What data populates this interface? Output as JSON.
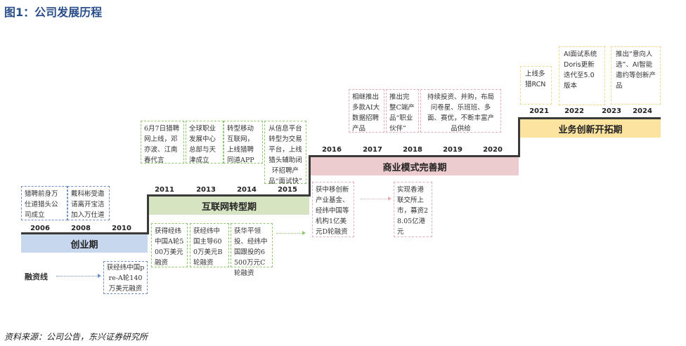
{
  "title": "图1：公司发展历程",
  "source": "资料来源：公司公告，东兴证券研究所",
  "financing_label": "融资线",
  "colors": {
    "title": "#2a4f8a",
    "stage1": "#c6d7ee",
    "stage2": "#d6e4c1",
    "stage3": "#ecccce",
    "stage4": "#fde3a0"
  },
  "stages": [
    {
      "name": "创业期",
      "years": [
        "2006",
        "2008",
        "2010"
      ],
      "events": [
        "猎聘前身万仕道猎头公司成立",
        "戴科彬受邀请离开宝洁加入万仕道"
      ],
      "financing": [
        "获经纬中国pre-A轮140万美元融资"
      ]
    },
    {
      "name": "互联网转型期",
      "years": [
        "2011",
        "2013",
        "2014",
        "2015"
      ],
      "events": [
        "6月7日猎聘网上线，邓亦波、江南春代言",
        "全球职业发展中心总部与天津成立",
        "转型移动互联网，上线猎聘同道APP",
        "从信息平台转型为交易平台，上线猎头辅助闭环招聘产品“面试快”"
      ],
      "financing": [
        "获得经纬中国A轮500万美元融资",
        "获经纬中国主导600万美元B轮融资",
        "获华平领投、经纬中国跟投的6500万元C轮融资"
      ]
    },
    {
      "name": "商业模式完善期",
      "years": [
        "2016",
        "2017",
        "2018",
        "2019",
        "2020"
      ],
      "events": [
        "相继推出多款AI大数据招聘产品",
        "推出完整C端产品“职业伙伴”",
        "持续投资、并购，布局问卷星、乐班班、多面、赛优，不断丰富产品供给"
      ],
      "financing": [
        "获中移创新产业基金、经纬中国等机构1亿美元D轮融资",
        "实现香港联交所上市，募资28.05亿港元"
      ]
    },
    {
      "name": "业务创新开拓期",
      "years": [
        "2021",
        "2022",
        "2023",
        "2024"
      ],
      "events": [
        "上线多猎RCN",
        "AI面试系统Doris更新迭代至5.0版本",
        "推出“意向人选”、AI智能邀约等创新产品"
      ]
    }
  ]
}
